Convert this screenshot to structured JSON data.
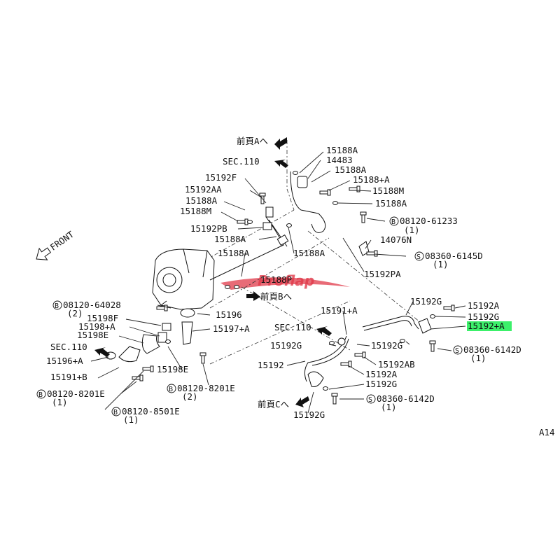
{
  "colors": {
    "highlight": "#3cf06a",
    "ink": "#111111",
    "watermark": "#e03a4a"
  },
  "watermark": "Proflap",
  "page_ref": "A14",
  "front": "FRONT",
  "refs": {
    "prev_a": "前頁Aへ",
    "prev_b": "前頁Bへ",
    "prev_c": "前頁Cへ",
    "sec110_top": "SEC.110",
    "sec110_mid": "SEC.110",
    "sec110_left": "SEC.110"
  },
  "labels": {
    "l15188A_1": "15188A",
    "l14483": "14483",
    "l15188A_2": "15188A",
    "l15188pA": "15188+A",
    "l15188M_r": "15188M",
    "l15188A_3": "15188A",
    "l15192F": "15192F",
    "l15192AA": "15192AA",
    "l15188A_4": "15188A",
    "l15188M_l": "15188M",
    "l15192PB": "15192PB",
    "l15188A_5": "15188A",
    "l15188A_6": "15188A",
    "l15188A_7": "15188A",
    "l08120_61233": "08120-61233",
    "l08120_61233_q": "(1)",
    "l14076N": "14076N",
    "l08360_6145D": "08360-6145D",
    "l08360_6145D_q": "(1)",
    "l15192PA": "15192PA",
    "l15188P": "15188P",
    "l08120_64028": "08120-64028",
    "l08120_64028_q": "(2)",
    "l15198F": "15198F",
    "l15198pA": "15198+A",
    "l15198E_1": "15198E",
    "l15196pA": "15196+A",
    "l15191pB": "15191+B",
    "l08120_8201E_l": "08120-8201E",
    "l08120_8201E_l_q": "(1)",
    "l08120_8501E": "08120-8501E",
    "l08120_8501E_q": "(1)",
    "l15196": "15196",
    "l15197pA": "15197+A",
    "l15198E_2": "15198E",
    "l08120_8201E_m": "08120-8201E",
    "l08120_8201E_m_q": "(2)",
    "l15192G_1": "15192G",
    "l15191pA": "15191+A",
    "l15192A_1": "15192A",
    "l15192G_2": "15192G",
    "l15192pA": "15192+A",
    "l15192G_3": "15192G",
    "l15192G_4": "15192G",
    "l08360_6142D_1": "08360-6142D",
    "l08360_6142D_1_q": "(1)",
    "l15192": "15192",
    "l15192AB": "15192AB",
    "l15192A_2": "15192A",
    "l15192G_5": "15192G",
    "l08360_6142D_2": "08360-6142D",
    "l08360_6142D_2_q": "(1)",
    "l15192G_6": "15192G"
  }
}
